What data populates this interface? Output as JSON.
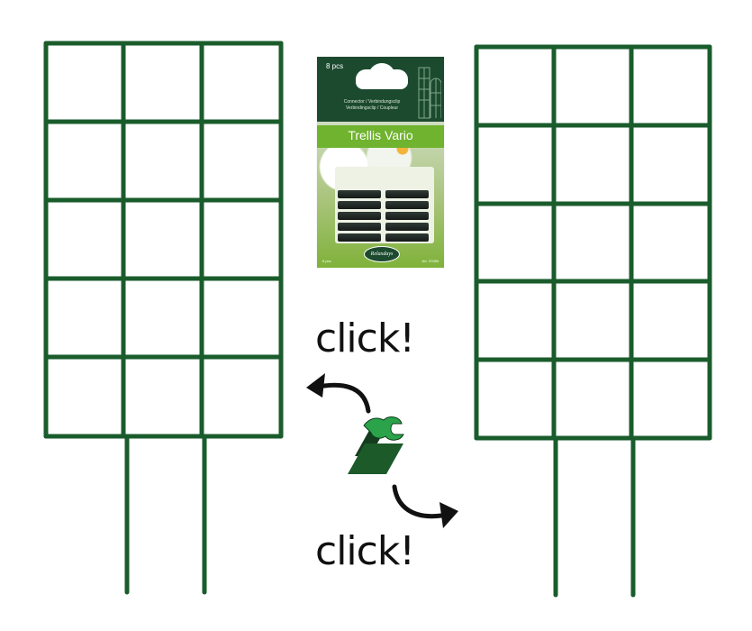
{
  "colors": {
    "trellis": "#1a5c2c",
    "background": "#ffffff",
    "package_dark": "#1c4a2e",
    "package_band": "#6fb32e",
    "clip_green": "#2aa34a",
    "arrow": "#111111"
  },
  "trellis_left": {
    "x_lines": [
      51,
      137,
      224,
      312
    ],
    "y_lines": [
      48,
      135,
      222,
      309,
      396,
      484
    ],
    "legs_x": [
      141,
      227
    ],
    "legs_bottom": 657
  },
  "trellis_right": {
    "x_lines": [
      529,
      615,
      701,
      788
    ],
    "y_lines": [
      52,
      139,
      226,
      312,
      399,
      486
    ],
    "legs_x": [
      617,
      703
    ],
    "legs_bottom": 660
  },
  "package": {
    "count_label": "8 pcs",
    "subtitle_line1": "Connector / Verbindungsclip",
    "subtitle_line2": "Verbindingsclip / Coupleur",
    "title": "Trellis Vario",
    "brand_logo": "Relaxdays",
    "footer_left": "8 pcs",
    "footer_right": "Art. 37085"
  },
  "labels": {
    "click_top": "click!",
    "click_bottom": "click!"
  },
  "icons": {
    "arrow_top": "curved-arrow-left-icon",
    "arrow_bottom": "curved-arrow-right-icon",
    "clip": "connector-clip-icon"
  }
}
